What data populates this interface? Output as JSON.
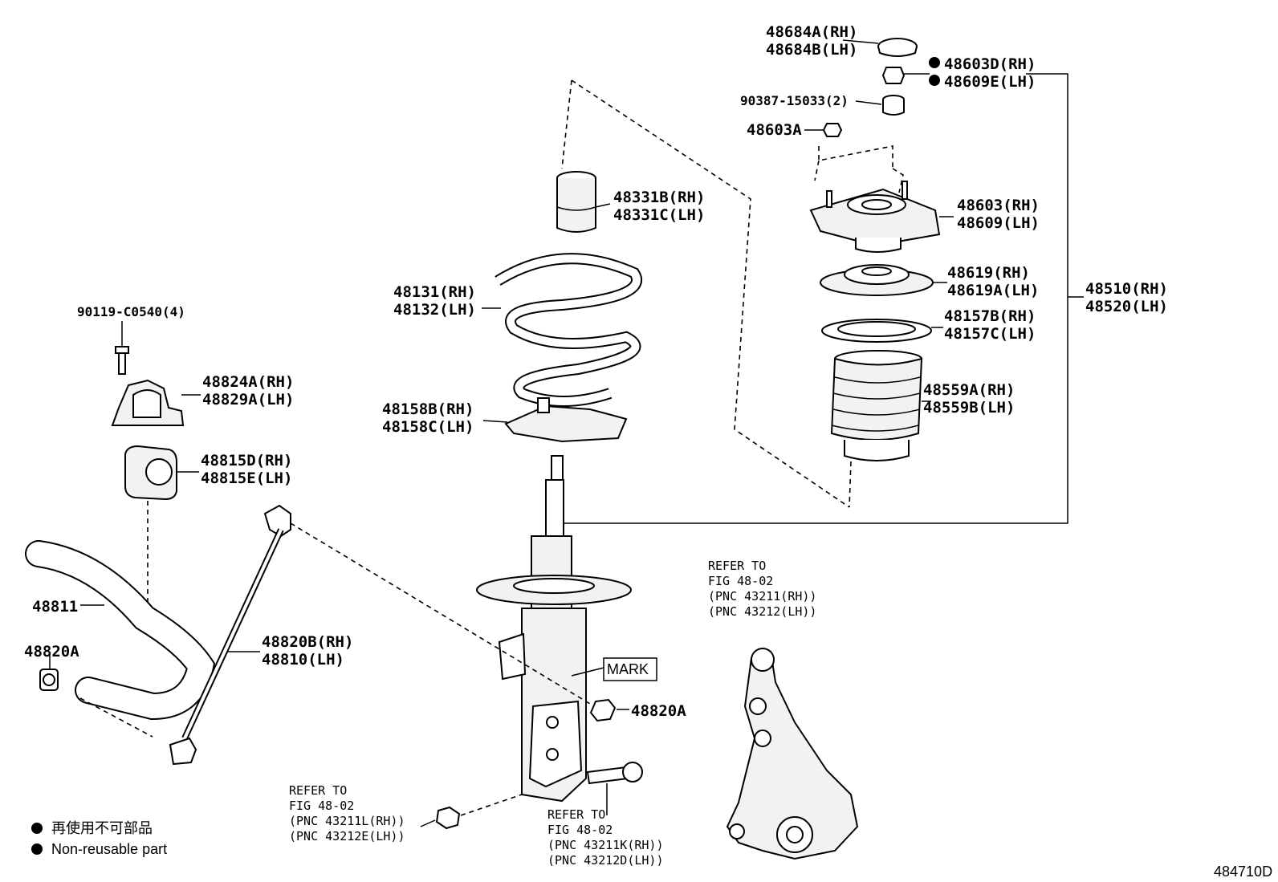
{
  "labels": {
    "cap_rh": "48684A(RH)",
    "cap_lh": "48684B(LH)",
    "nut_top_rh": "48603D(RH)",
    "nut_top_lh": "48609E(LH)",
    "collar": "90387-15033(2)",
    "nut_48603a": "48603A",
    "support_rh": "48603(RH)",
    "support_lh": "48609(LH)",
    "seat_upper_rh": "48619(RH)",
    "seat_upper_lh": "48619A(LH)",
    "bearing_rh": "48157B(RH)",
    "bearing_lh": "48157C(LH)",
    "boot_rh": "48559A(RH)",
    "boot_lh": "48559B(LH)",
    "assy_rh": "48510(RH)",
    "assy_lh": "48520(LH)",
    "bumper_rh": "48331B(RH)",
    "bumper_lh": "48331C(LH)",
    "spring_rh": "48131(RH)",
    "spring_lh": "48132(LH)",
    "insulator_rh": "48158B(RH)",
    "insulator_lh": "48158C(LH)",
    "bolt": "90119-C0540(4)",
    "bracket_rh": "48824A(RH)",
    "bracket_lh": "48829A(LH)",
    "bushing_rh": "48815D(RH)",
    "bushing_lh": "48815E(LH)",
    "stabilizer_bar": "48811",
    "nut_left": "48820A",
    "link_rh": "48820B(RH)",
    "link_lh": "48810(LH)",
    "nut_right": "48820A",
    "mark": "MARK",
    "diagram_id": "484710D"
  },
  "refer_knuckle": [
    "REFER TO",
    "FIG 48-02",
    "(PNC 43211(RH))",
    "(PNC 43212(LH))"
  ],
  "refer_nut": [
    "REFER TO",
    "FIG 48-02",
    "(PNC 43211L(RH))",
    "(PNC 43212E(LH))"
  ],
  "refer_bolt": [
    "REFER TO",
    "FIG 48-02",
    "(PNC 43211K(RH))",
    "(PNC 43212D(LH))"
  ],
  "legend": {
    "japanese": "再使用不可部品",
    "english": "Non-reusable part"
  }
}
